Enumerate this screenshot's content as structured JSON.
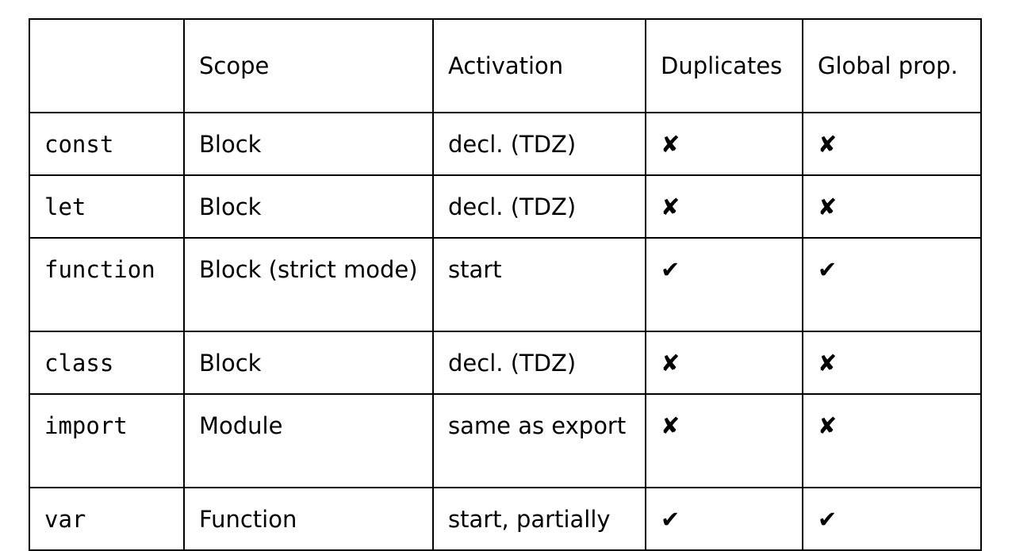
{
  "table": {
    "headers": [
      "",
      "Scope",
      "Activation",
      "Duplicates",
      "Global prop."
    ],
    "rows": [
      {
        "keyword": "const",
        "scope": "Block",
        "activation": "decl. (TDZ)",
        "duplicates": "✘",
        "global_prop": "✘"
      },
      {
        "keyword": "let",
        "scope": "Block",
        "activation": "decl. (TDZ)",
        "duplicates": "✘",
        "global_prop": "✘"
      },
      {
        "keyword": "function",
        "scope": "Block (strict mode)",
        "activation": "start",
        "duplicates": "✔",
        "global_prop": "✔"
      },
      {
        "keyword": "class",
        "scope": "Block",
        "activation": "decl. (TDZ)",
        "duplicates": "✘",
        "global_prop": "✘"
      },
      {
        "keyword": "import",
        "scope": "Module",
        "activation": "same as export",
        "duplicates": "✘",
        "global_prop": "✘"
      },
      {
        "keyword": "var",
        "scope": "Function",
        "activation": "start, partially",
        "duplicates": "✔",
        "global_prop": "✔"
      }
    ]
  }
}
